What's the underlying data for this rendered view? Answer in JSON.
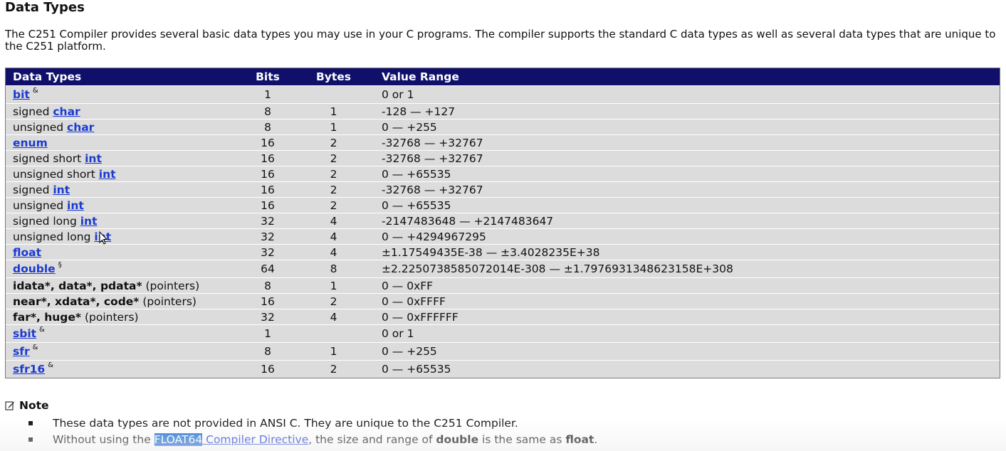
{
  "page": {
    "title": "Data Types",
    "intro": "The C251 Compiler provides several basic data types you may use in your C programs. The compiler supports the standard C data types as well as several data types that are unique to the C251 platform."
  },
  "table": {
    "headers": [
      "Data Types",
      "Bits",
      "Bytes",
      "Value Range"
    ],
    "rows": [
      {
        "prefix": "",
        "link": "bit",
        "suffix": "",
        "sup": "&",
        "bits": "1",
        "bytes": "",
        "range": "0 or 1"
      },
      {
        "prefix": "signed ",
        "link": "char",
        "suffix": "",
        "sup": "",
        "bits": "8",
        "bytes": "1",
        "range": "-128 — +127"
      },
      {
        "prefix": "unsigned ",
        "link": "char",
        "suffix": "",
        "sup": "",
        "bits": "8",
        "bytes": "1",
        "range": "0 — +255"
      },
      {
        "prefix": "",
        "link": "enum",
        "suffix": "",
        "sup": "",
        "bits": "16",
        "bytes": "2",
        "range": "-32768 — +32767"
      },
      {
        "prefix": "signed short ",
        "link": "int",
        "suffix": "",
        "sup": "",
        "bits": "16",
        "bytes": "2",
        "range": "-32768 — +32767"
      },
      {
        "prefix": "unsigned short ",
        "link": "int",
        "suffix": "",
        "sup": "",
        "bits": "16",
        "bytes": "2",
        "range": "0 — +65535"
      },
      {
        "prefix": "signed ",
        "link": "int",
        "suffix": "",
        "sup": "",
        "bits": "16",
        "bytes": "2",
        "range": "-32768 — +32767"
      },
      {
        "prefix": "unsigned ",
        "link": "int",
        "suffix": "",
        "sup": "",
        "bits": "16",
        "bytes": "2",
        "range": "0 — +65535"
      },
      {
        "prefix": "signed long ",
        "link": "int",
        "suffix": "",
        "sup": "",
        "bits": "32",
        "bytes": "4",
        "range": "-2147483648 — +2147483647"
      },
      {
        "prefix": "unsigned long ",
        "link": "int",
        "suffix": "",
        "sup": "",
        "bits": "32",
        "bytes": "4",
        "range": "0 — +4294967295"
      },
      {
        "prefix": "",
        "link": "float",
        "suffix": "",
        "sup": "",
        "bits": "32",
        "bytes": "4",
        "range": "±1.17549435E-38 — ±3.4028235E+38"
      },
      {
        "prefix": "",
        "link": "double",
        "suffix": "",
        "sup": "§",
        "bits": "64",
        "bytes": "8",
        "range": "±2.2250738585072014E-308 — ±1.797693134862315​8E+308"
      },
      {
        "prefix": "",
        "link": "",
        "bold": "idata*, data*, pdata*",
        "suffix": " (pointers)",
        "sup": "",
        "bits": "8",
        "bytes": "1",
        "range": "0 — 0xFF"
      },
      {
        "prefix": "",
        "link": "",
        "bold": "near*, xdata*, code*",
        "suffix": " (pointers)",
        "sup": "",
        "bits": "16",
        "bytes": "2",
        "range": "0 — 0xFFFF"
      },
      {
        "prefix": "",
        "link": "",
        "bold": "far*, huge*",
        "suffix": " (pointers)",
        "sup": "",
        "bits": "32",
        "bytes": "4",
        "range": "0 — 0xFFFFFF"
      },
      {
        "prefix": "",
        "link": "sbit",
        "suffix": "",
        "sup": "&",
        "bits": "1",
        "bytes": "",
        "range": "0 or 1"
      },
      {
        "prefix": "",
        "link": "sfr",
        "suffix": "",
        "sup": "&",
        "bits": "8",
        "bytes": "1",
        "range": "0 — +255"
      },
      {
        "prefix": "",
        "link": "sfr16",
        "suffix": "",
        "sup": "&",
        "bits": "16",
        "bytes": "2",
        "range": "0 — +65535"
      }
    ]
  },
  "note": {
    "heading": "Note",
    "icon": "note-edit-icon",
    "bullet1": "These data types are not provided in ANSI C. They are unique to the C251 Compiler.",
    "bullet2_before": "Without using the ",
    "bullet2_link_highlight": "FLOAT64",
    "bullet2_link_rest": " Compiler Directive",
    "bullet2_mid1": ", the size and range of ",
    "bullet2_bold1": "double",
    "bullet2_mid2": " is the same as ",
    "bullet2_bold2": "float",
    "bullet2_end": "."
  },
  "colors": {
    "header_bg": "#10106b",
    "row_bg": "#dcdcdc",
    "link": "#1b3ad0",
    "selection": "#1a6fd6"
  }
}
